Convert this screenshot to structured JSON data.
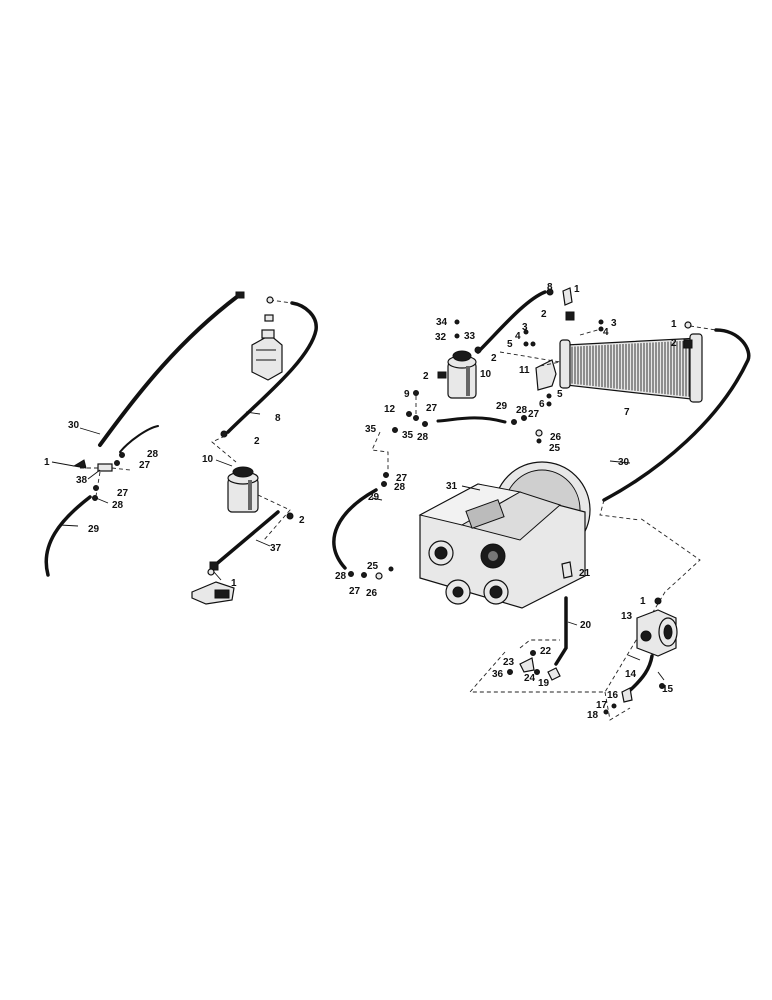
{
  "labels": [
    {
      "id": "l-1a",
      "text": "1"
    },
    {
      "id": "l-1b",
      "text": "1"
    },
    {
      "id": "l-1c",
      "text": "1"
    },
    {
      "id": "l-1d",
      "text": "1"
    },
    {
      "id": "l-1e",
      "text": "1"
    },
    {
      "id": "l-2a",
      "text": "2"
    },
    {
      "id": "l-2b",
      "text": "2"
    },
    {
      "id": "l-2c",
      "text": "2"
    },
    {
      "id": "l-2d",
      "text": "2"
    },
    {
      "id": "l-2e",
      "text": "2"
    },
    {
      "id": "l-2f",
      "text": "2"
    },
    {
      "id": "l-3a",
      "text": "3"
    },
    {
      "id": "l-3b",
      "text": "3"
    },
    {
      "id": "l-4a",
      "text": "4"
    },
    {
      "id": "l-4b",
      "text": "4"
    },
    {
      "id": "l-5a",
      "text": "5"
    },
    {
      "id": "l-5b",
      "text": "5"
    },
    {
      "id": "l-6",
      "text": "6"
    },
    {
      "id": "l-7",
      "text": "7"
    },
    {
      "id": "l-8a",
      "text": "8"
    },
    {
      "id": "l-8b",
      "text": "8"
    },
    {
      "id": "l-9",
      "text": "9"
    },
    {
      "id": "l-10a",
      "text": "10"
    },
    {
      "id": "l-10b",
      "text": "10"
    },
    {
      "id": "l-11",
      "text": "11"
    },
    {
      "id": "l-12",
      "text": "12"
    },
    {
      "id": "l-13",
      "text": "13"
    },
    {
      "id": "l-14",
      "text": "14"
    },
    {
      "id": "l-15",
      "text": "15"
    },
    {
      "id": "l-16",
      "text": "16"
    },
    {
      "id": "l-17",
      "text": "17"
    },
    {
      "id": "l-18",
      "text": "18"
    },
    {
      "id": "l-19",
      "text": "19"
    },
    {
      "id": "l-20",
      "text": "20"
    },
    {
      "id": "l-21",
      "text": "21"
    },
    {
      "id": "l-22",
      "text": "22"
    },
    {
      "id": "l-23",
      "text": "23"
    },
    {
      "id": "l-24",
      "text": "24"
    },
    {
      "id": "l-25a",
      "text": "25"
    },
    {
      "id": "l-25b",
      "text": "25"
    },
    {
      "id": "l-26a",
      "text": "26"
    },
    {
      "id": "l-26b",
      "text": "26"
    },
    {
      "id": "l-27a",
      "text": "27"
    },
    {
      "id": "l-27b",
      "text": "27"
    },
    {
      "id": "l-27c",
      "text": "27"
    },
    {
      "id": "l-27d",
      "text": "27"
    },
    {
      "id": "l-27e",
      "text": "27"
    },
    {
      "id": "l-27f",
      "text": "27"
    },
    {
      "id": "l-28a",
      "text": "28"
    },
    {
      "id": "l-28b",
      "text": "28"
    },
    {
      "id": "l-28c",
      "text": "28"
    },
    {
      "id": "l-28d",
      "text": "28"
    },
    {
      "id": "l-28e",
      "text": "28"
    },
    {
      "id": "l-28f",
      "text": "28"
    },
    {
      "id": "l-29a",
      "text": "29"
    },
    {
      "id": "l-29b",
      "text": "29"
    },
    {
      "id": "l-29c",
      "text": "29"
    },
    {
      "id": "l-30a",
      "text": "30"
    },
    {
      "id": "l-30b",
      "text": "30"
    },
    {
      "id": "l-31",
      "text": "31"
    },
    {
      "id": "l-32",
      "text": "32"
    },
    {
      "id": "l-33",
      "text": "33"
    },
    {
      "id": "l-34",
      "text": "34"
    },
    {
      "id": "l-35a",
      "text": "35"
    },
    {
      "id": "l-35b",
      "text": "35"
    },
    {
      "id": "l-36",
      "text": "36"
    },
    {
      "id": "l-37",
      "text": "37"
    },
    {
      "id": "l-38",
      "text": "38"
    }
  ]
}
